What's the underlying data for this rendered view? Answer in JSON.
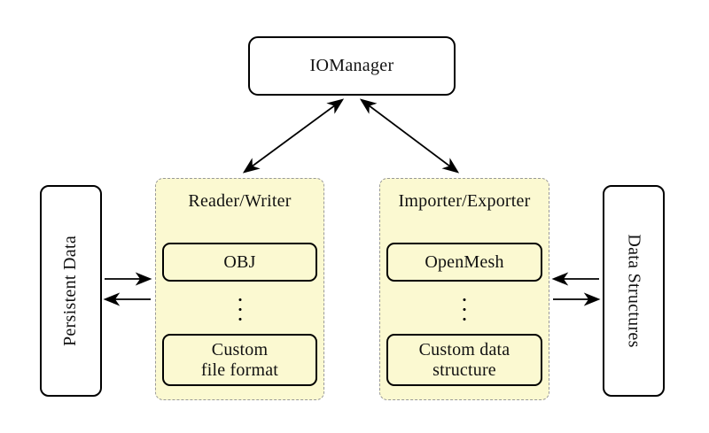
{
  "colors": {
    "container_fill": "#FBF9D1",
    "container_border": "#999999",
    "box_fill": "#FFFFFF",
    "line_color": "#000000"
  },
  "iomanager": {
    "label": "IOManager"
  },
  "persistent_data": {
    "label": "Persistent Data"
  },
  "data_structures": {
    "label": "Data Structures"
  },
  "reader_writer": {
    "title": "Reader/Writer",
    "top_item": "OBJ",
    "bottom_item_line1": "Custom",
    "bottom_item_line2": "file format"
  },
  "importer_exporter": {
    "title": "Importer/Exporter",
    "top_item": "OpenMesh",
    "bottom_item_line1": "Custom data",
    "bottom_item_line2": "structure"
  }
}
